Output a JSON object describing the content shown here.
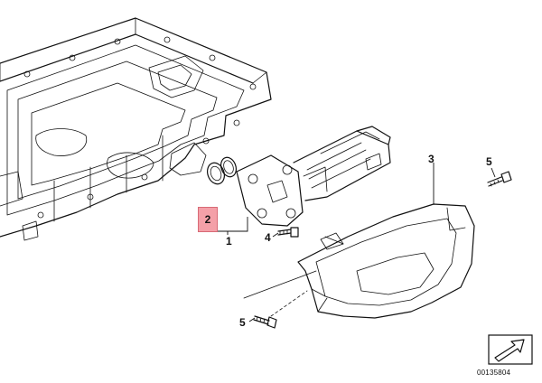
{
  "callouts": {
    "gasket": "2",
    "unit": "1",
    "shield": "3",
    "bolt_lower": "4",
    "bolt_upper_right": "5",
    "bolt_bottom_left": "5"
  },
  "footer": {
    "diagram_id": "00135804",
    "direction_icon": "arrow-icon"
  },
  "colors": {
    "highlight": "#f4a0a8",
    "line": "#111111"
  }
}
